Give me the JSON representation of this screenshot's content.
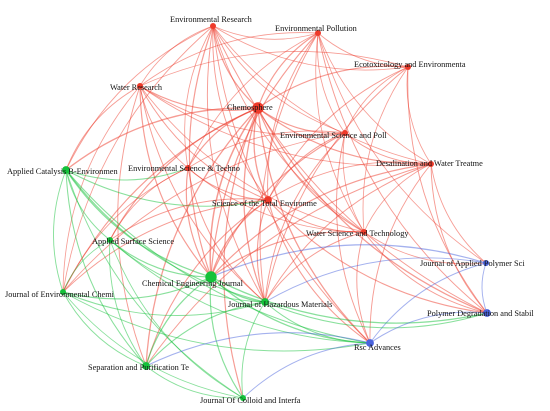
{
  "colors": {
    "red": "#ee3a2a",
    "green": "#14c23a",
    "blue": "#4a63dd",
    "background": "#ffffff"
  },
  "nodes": [
    {
      "id": "env-research",
      "label": "Environmental Research",
      "cluster": "red",
      "weight": 2
    },
    {
      "id": "env-pollution",
      "label": "Environmental Pollution",
      "cluster": "red",
      "weight": 2
    },
    {
      "id": "ecotox",
      "label": "Ecotoxicology and Environmenta",
      "cluster": "red",
      "weight": 2
    },
    {
      "id": "water-research",
      "label": "Water Research",
      "cluster": "red",
      "weight": 2
    },
    {
      "id": "chemosphere",
      "label": "Chemosphere",
      "cluster": "red",
      "weight": 5
    },
    {
      "id": "env-sci-poll",
      "label": "Environmental Science and Poll",
      "cluster": "red",
      "weight": 2
    },
    {
      "id": "desalination",
      "label": "Desalination and Water Treatme",
      "cluster": "red",
      "weight": 2
    },
    {
      "id": "applied-catalysis",
      "label": "Applied Catalysis B-Environmen",
      "cluster": "green",
      "weight": 3
    },
    {
      "id": "env-sci-techno",
      "label": "Environmental Science & Techno",
      "cluster": "red",
      "weight": 2
    },
    {
      "id": "sci-total-env",
      "label": "Science of the Total Environme",
      "cluster": "red",
      "weight": 3
    },
    {
      "id": "applied-surface",
      "label": "Applied Surface Science",
      "cluster": "green",
      "weight": 2
    },
    {
      "id": "water-sci-tech",
      "label": "Water Science and Technology",
      "cluster": "red",
      "weight": 2
    },
    {
      "id": "j-applied-polymer",
      "label": "Journal of Applied Polymer Sci",
      "cluster": "blue",
      "weight": 2
    },
    {
      "id": "j-env-chem",
      "label": "Journal of Environmental Chemi",
      "cluster": "green",
      "weight": 2
    },
    {
      "id": "chem-eng-journal",
      "label": "Chemical Engineering Journal",
      "cluster": "green",
      "weight": 5
    },
    {
      "id": "j-hazardous",
      "label": "Journal of Hazardous Materials",
      "cluster": "green",
      "weight": 3
    },
    {
      "id": "polymer-degradation",
      "label": "Polymer Degradation and Stabil",
      "cluster": "blue",
      "weight": 3
    },
    {
      "id": "rsc-advances",
      "label": "Rsc Advances",
      "cluster": "blue",
      "weight": 3
    },
    {
      "id": "separation-purification",
      "label": "Separation and Purification Te",
      "cluster": "green",
      "weight": 3
    },
    {
      "id": "j-colloid",
      "label": "Journal Of Colloid and Interfa",
      "cluster": "green",
      "weight": 2
    }
  ],
  "edges": [
    [
      "env-research",
      "env-pollution"
    ],
    [
      "env-research",
      "chemosphere"
    ],
    [
      "env-research",
      "water-research"
    ],
    [
      "env-research",
      "env-sci-poll"
    ],
    [
      "env-research",
      "sci-total-env"
    ],
    [
      "env-research",
      "ecotox"
    ],
    [
      "env-research",
      "env-sci-techno"
    ],
    [
      "env-research",
      "desalination"
    ],
    [
      "env-research",
      "applied-catalysis"
    ],
    [
      "env-research",
      "chem-eng-journal"
    ],
    [
      "env-research",
      "j-hazardous"
    ],
    [
      "env-research",
      "water-sci-tech"
    ],
    [
      "env-research",
      "rsc-advances"
    ],
    [
      "env-research",
      "polymer-degradation"
    ],
    [
      "env-research",
      "j-env-chem"
    ],
    [
      "env-pollution",
      "chemosphere"
    ],
    [
      "env-pollution",
      "ecotox"
    ],
    [
      "env-pollution",
      "env-sci-poll"
    ],
    [
      "env-pollution",
      "sci-total-env"
    ],
    [
      "env-pollution",
      "water-research"
    ],
    [
      "env-pollution",
      "desalination"
    ],
    [
      "env-pollution",
      "chem-eng-journal"
    ],
    [
      "env-pollution",
      "j-hazardous"
    ],
    [
      "env-pollution",
      "env-sci-techno"
    ],
    [
      "env-pollution",
      "polymer-degradation"
    ],
    [
      "env-pollution",
      "water-sci-tech"
    ],
    [
      "env-pollution",
      "j-applied-polymer"
    ],
    [
      "ecotox",
      "chemosphere"
    ],
    [
      "ecotox",
      "env-sci-poll"
    ],
    [
      "ecotox",
      "sci-total-env"
    ],
    [
      "ecotox",
      "desalination"
    ],
    [
      "ecotox",
      "water-sci-tech"
    ],
    [
      "ecotox",
      "water-research"
    ],
    [
      "ecotox",
      "polymer-degradation"
    ],
    [
      "ecotox",
      "j-hazardous"
    ],
    [
      "water-research",
      "chemosphere"
    ],
    [
      "water-research",
      "env-sci-techno"
    ],
    [
      "water-research",
      "sci-total-env"
    ],
    [
      "water-research",
      "water-sci-tech"
    ],
    [
      "water-research",
      "applied-catalysis"
    ],
    [
      "water-research",
      "chem-eng-journal"
    ],
    [
      "water-research",
      "j-hazardous"
    ],
    [
      "water-research",
      "desalination"
    ],
    [
      "water-research",
      "env-sci-poll"
    ],
    [
      "water-research",
      "separation-purification"
    ],
    [
      "water-research",
      "j-env-chem"
    ],
    [
      "chemosphere",
      "env-sci-poll"
    ],
    [
      "chemosphere",
      "sci-total-env"
    ],
    [
      "chemosphere",
      "env-sci-techno"
    ],
    [
      "chemosphere",
      "desalination"
    ],
    [
      "chemosphere",
      "water-sci-tech"
    ],
    [
      "chemosphere",
      "chem-eng-journal"
    ],
    [
      "chemosphere",
      "j-hazardous"
    ],
    [
      "chemosphere",
      "applied-catalysis"
    ],
    [
      "chemosphere",
      "applied-surface"
    ],
    [
      "chemosphere",
      "j-env-chem"
    ],
    [
      "chemosphere",
      "separation-purification"
    ],
    [
      "chemosphere",
      "rsc-advances"
    ],
    [
      "chemosphere",
      "j-colloid"
    ],
    [
      "chemosphere",
      "polymer-degradation"
    ],
    [
      "env-sci-poll",
      "sci-total-env"
    ],
    [
      "env-sci-poll",
      "desalination"
    ],
    [
      "env-sci-poll",
      "water-sci-tech"
    ],
    [
      "env-sci-poll",
      "chem-eng-journal"
    ],
    [
      "env-sci-poll",
      "j-hazardous"
    ],
    [
      "env-sci-poll",
      "env-sci-techno"
    ],
    [
      "env-sci-poll",
      "rsc-advances"
    ],
    [
      "env-sci-poll",
      "j-env-chem"
    ],
    [
      "desalination",
      "water-sci-tech"
    ],
    [
      "desalination",
      "sci-total-env"
    ],
    [
      "desalination",
      "j-applied-polymer"
    ],
    [
      "desalination",
      "polymer-degradation"
    ],
    [
      "desalination",
      "rsc-advances"
    ],
    [
      "desalination",
      "chem-eng-journal"
    ],
    [
      "desalination",
      "separation-purification"
    ],
    [
      "desalination",
      "j-hazardous"
    ],
    [
      "applied-catalysis",
      "env-sci-techno"
    ],
    [
      "applied-catalysis",
      "applied-surface"
    ],
    [
      "applied-catalysis",
      "chem-eng-journal"
    ],
    [
      "applied-catalysis",
      "j-env-chem"
    ],
    [
      "applied-catalysis",
      "j-hazardous"
    ],
    [
      "applied-catalysis",
      "separation-purification"
    ],
    [
      "applied-catalysis",
      "j-colloid"
    ],
    [
      "applied-catalysis",
      "sci-total-env"
    ],
    [
      "applied-catalysis",
      "rsc-advances"
    ],
    [
      "env-sci-techno",
      "sci-total-env"
    ],
    [
      "env-sci-techno",
      "chem-eng-journal"
    ],
    [
      "env-sci-techno",
      "j-hazardous"
    ],
    [
      "env-sci-techno",
      "water-sci-tech"
    ],
    [
      "env-sci-techno",
      "applied-surface"
    ],
    [
      "env-sci-techno",
      "j-env-chem"
    ],
    [
      "sci-total-env",
      "water-sci-tech"
    ],
    [
      "sci-total-env",
      "chem-eng-journal"
    ],
    [
      "sci-total-env",
      "j-hazardous"
    ],
    [
      "sci-total-env",
      "applied-surface"
    ],
    [
      "sci-total-env",
      "j-env-chem"
    ],
    [
      "sci-total-env",
      "rsc-advances"
    ],
    [
      "sci-total-env",
      "separation-purification"
    ],
    [
      "sci-total-env",
      "polymer-degradation"
    ],
    [
      "applied-surface",
      "chem-eng-journal"
    ],
    [
      "applied-surface",
      "j-env-chem"
    ],
    [
      "applied-surface",
      "j-hazardous"
    ],
    [
      "applied-surface",
      "separation-purification"
    ],
    [
      "applied-surface",
      "j-colloid"
    ],
    [
      "applied-surface",
      "rsc-advances"
    ],
    [
      "water-sci-tech",
      "chem-eng-journal"
    ],
    [
      "water-sci-tech",
      "j-hazardous"
    ],
    [
      "water-sci-tech",
      "rsc-advances"
    ],
    [
      "water-sci-tech",
      "j-applied-polymer"
    ],
    [
      "water-sci-tech",
      "polymer-degradation"
    ],
    [
      "j-applied-polymer",
      "polymer-degradation"
    ],
    [
      "j-applied-polymer",
      "rsc-advances"
    ],
    [
      "j-applied-polymer",
      "j-hazardous"
    ],
    [
      "j-applied-polymer",
      "chem-eng-journal"
    ],
    [
      "j-env-chem",
      "chem-eng-journal"
    ],
    [
      "j-env-chem",
      "j-hazardous"
    ],
    [
      "j-env-chem",
      "separation-purification"
    ],
    [
      "j-env-chem",
      "j-colloid"
    ],
    [
      "j-env-chem",
      "rsc-advances"
    ],
    [
      "chem-eng-journal",
      "j-hazardous"
    ],
    [
      "chem-eng-journal",
      "separation-purification"
    ],
    [
      "chem-eng-journal",
      "j-colloid"
    ],
    [
      "chem-eng-journal",
      "rsc-advances"
    ],
    [
      "chem-eng-journal",
      "polymer-degradation"
    ],
    [
      "j-hazardous",
      "separation-purification"
    ],
    [
      "j-hazardous",
      "j-colloid"
    ],
    [
      "j-hazardous",
      "rsc-advances"
    ],
    [
      "j-hazardous",
      "polymer-degradation"
    ],
    [
      "polymer-degradation",
      "rsc-advances"
    ],
    [
      "rsc-advances",
      "separation-purification"
    ],
    [
      "rsc-advances",
      "j-colloid"
    ],
    [
      "separation-purification",
      "j-colloid"
    ]
  ]
}
